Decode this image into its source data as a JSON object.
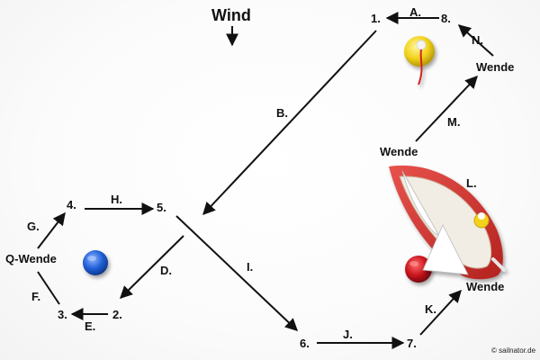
{
  "title": "Wind",
  "credit": "© sailnator.de",
  "points": {
    "p1": "1.",
    "p2": "2.",
    "p3": "3.",
    "p4": "4.",
    "p5": "5.",
    "p6": "6.",
    "p7": "7.",
    "p8": "8."
  },
  "legs": {
    "A": "A.",
    "B": "B.",
    "D": "D.",
    "E": "E.",
    "F": "F.",
    "G": "G.",
    "H": "H.",
    "I": "I.",
    "J": "J.",
    "K": "K.",
    "L": "L.",
    "M": "M.",
    "N": "N."
  },
  "maneuvers": {
    "q_wende": "Q-Wende",
    "wende_top": "Wende",
    "wende_mid": "Wende",
    "wende_bottom": "Wende"
  },
  "colors": {
    "hull": "#d9302c",
    "buoy_yellow": "#f2d21a",
    "buoy_red": "#c8141c",
    "buoy_blue": "#1f5fd6",
    "arrow": "#111111"
  }
}
